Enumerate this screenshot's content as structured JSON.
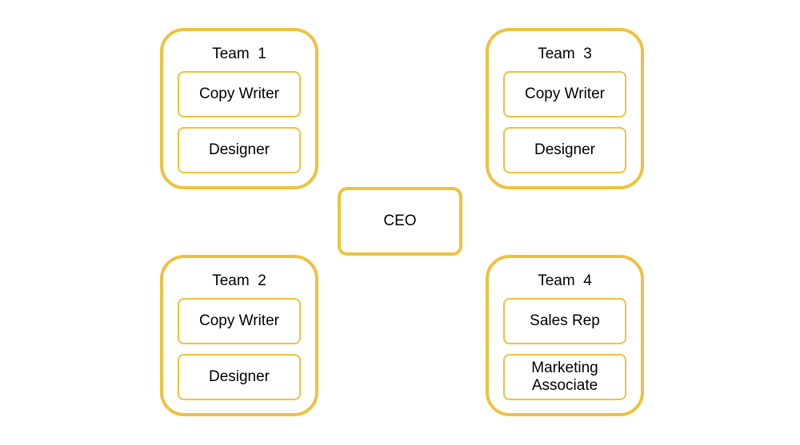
{
  "theme": {
    "accent_color": "#EEC23F",
    "background_color": "#FFFFFF",
    "text_color": "#000000"
  },
  "ceo": {
    "label": "CEO"
  },
  "teams": [
    {
      "title": "Team  1",
      "roles": [
        "Copy Writer",
        "Designer"
      ]
    },
    {
      "title": "Team  2",
      "roles": [
        "Copy Writer",
        "Designer"
      ]
    },
    {
      "title": "Team  3",
      "roles": [
        "Copy Writer",
        "Designer"
      ]
    },
    {
      "title": "Team  4",
      "roles": [
        "Sales Rep",
        "Marketing Associate"
      ]
    }
  ]
}
